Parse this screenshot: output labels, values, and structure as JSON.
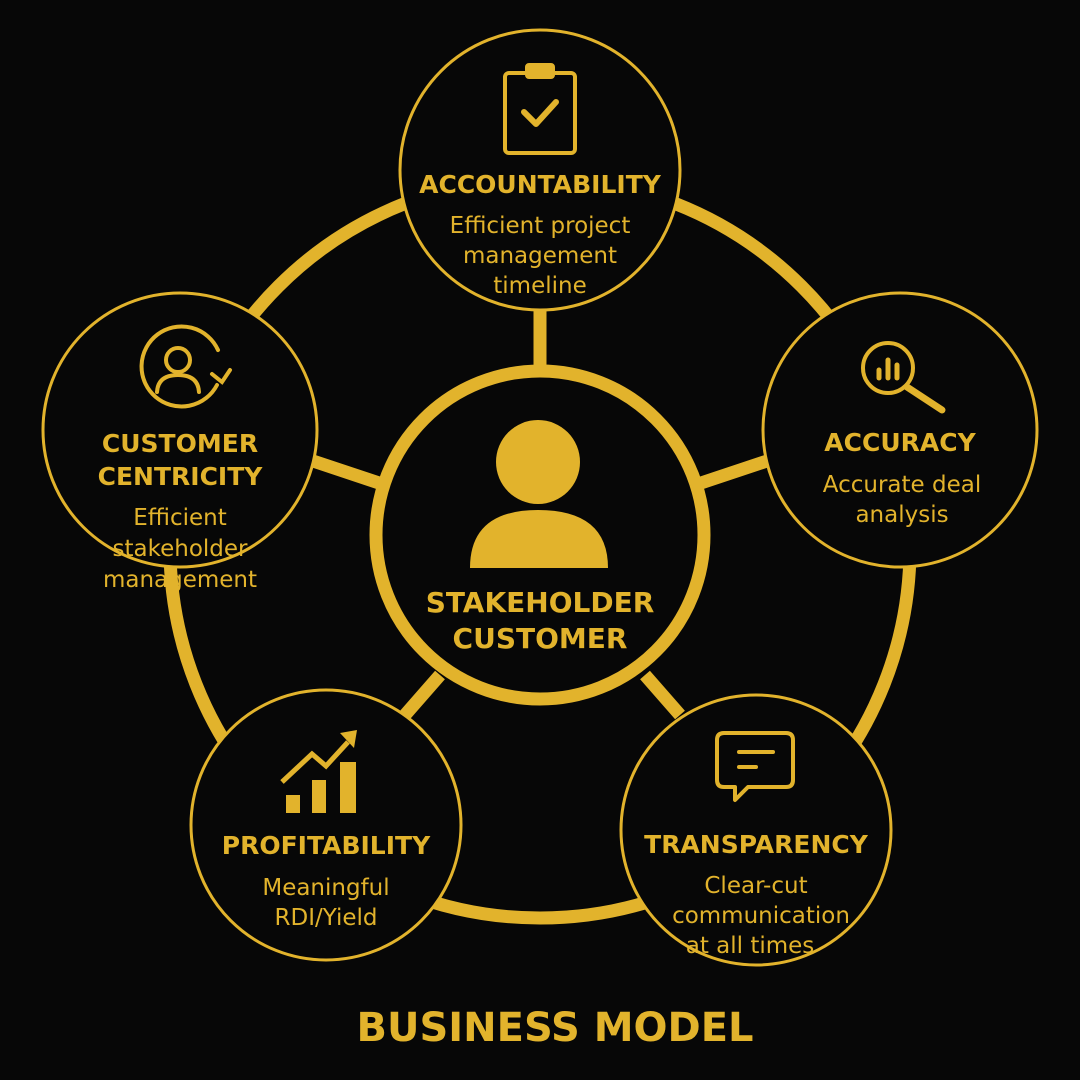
{
  "colors": {
    "accent": "#e2b32c",
    "background": "#070707"
  },
  "center": {
    "line1": "STAKEHOLDER",
    "line2": "CUSTOMER",
    "icon": "person-icon"
  },
  "nodes": [
    {
      "title": "ACCOUNTABILITY",
      "desc": [
        "Efficient project",
        "management",
        "timeline"
      ],
      "icon": "clipboard-check-icon"
    },
    {
      "title": "ACCURACY",
      "desc": [
        "Accurate deal",
        "analysis"
      ],
      "icon": "magnifier-chart-icon"
    },
    {
      "title": "TRANSPARENCY",
      "desc": [
        "Clear-cut",
        "communication",
        "at all times"
      ],
      "icon": "chat-bubble-icon"
    },
    {
      "title": "PROFITABILITY",
      "desc": [
        "Meaningful",
        "RDI/Yield"
      ],
      "icon": "growth-chart-icon"
    },
    {
      "title_lines": [
        "CUSTOMER",
        "CENTRICITY"
      ],
      "desc": [
        "Efficient",
        "stakeholder",
        "management"
      ],
      "icon": "user-cycle-icon"
    }
  ],
  "footer": {
    "title": "BUSINESS MODEL"
  }
}
